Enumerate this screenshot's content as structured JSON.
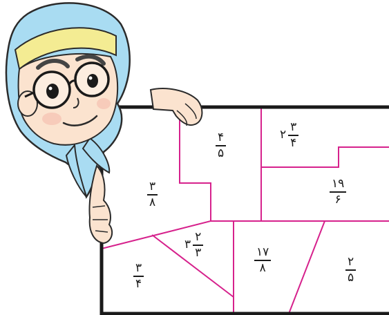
{
  "colors": {
    "frame": "#1a1a1a",
    "region_lines": "#d6218c",
    "scarf": "#a9dcf2",
    "headband": "#f4ec93",
    "skin": "#fbe3cf"
  },
  "character": {
    "icon": "girl-with-glasses-icon"
  },
  "regions": [
    {
      "id": "r1",
      "whole": "",
      "numerator": "۴",
      "denominator": "۵"
    },
    {
      "id": "r2",
      "whole": "۲",
      "numerator": "۳",
      "denominator": "۴"
    },
    {
      "id": "r3",
      "whole": "",
      "numerator": "۱۹",
      "denominator": "۶"
    },
    {
      "id": "r4",
      "whole": "",
      "numerator": "۳",
      "denominator": "۸"
    },
    {
      "id": "r5",
      "whole": "۳",
      "numerator": "۲",
      "denominator": "۳"
    },
    {
      "id": "r6",
      "whole": "",
      "numerator": "۱۷",
      "denominator": "۸"
    },
    {
      "id": "r7",
      "whole": "",
      "numerator": "۲",
      "denominator": "۵"
    },
    {
      "id": "r8",
      "whole": "",
      "numerator": "۳",
      "denominator": "۴"
    }
  ]
}
